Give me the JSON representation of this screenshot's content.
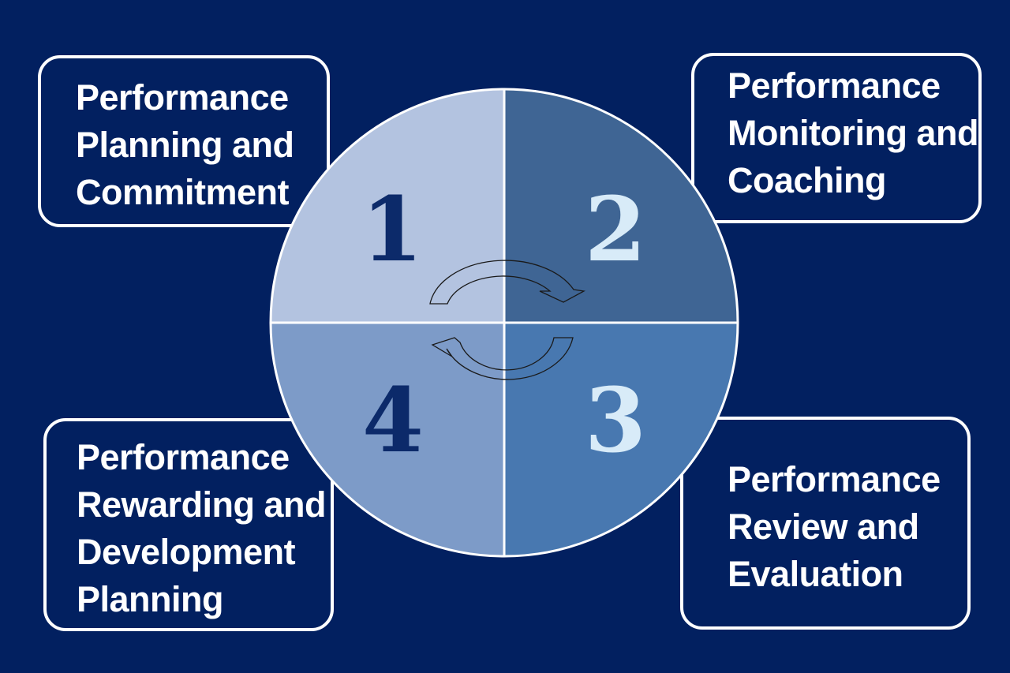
{
  "diagram": {
    "colors": {
      "background": "#022060",
      "quadrant_1": "#B3C3E0",
      "quadrant_2": "#3F6594",
      "quadrant_3": "#4878B0",
      "quadrant_4": "#7D9BC8",
      "dark_number": "#0C2A6A",
      "light_number": "#D8EBF8",
      "border": "#FFFFFF"
    },
    "stages": [
      {
        "number": "1",
        "lines": [
          "Performance",
          "Planning and",
          "Commitment"
        ]
      },
      {
        "number": "2",
        "lines": [
          "Performance",
          "Monitoring and",
          "Coaching"
        ]
      },
      {
        "number": "3",
        "lines": [
          "Performance",
          "Review and",
          "Evaluation"
        ]
      },
      {
        "number": "4",
        "lines": [
          "Performance",
          "Rewarding and",
          "Development",
          "Planning"
        ]
      }
    ],
    "icons": {
      "cycle_top": "curved-arrow-clockwise-icon",
      "cycle_bottom": "curved-arrow-counterclockwise-icon"
    }
  }
}
